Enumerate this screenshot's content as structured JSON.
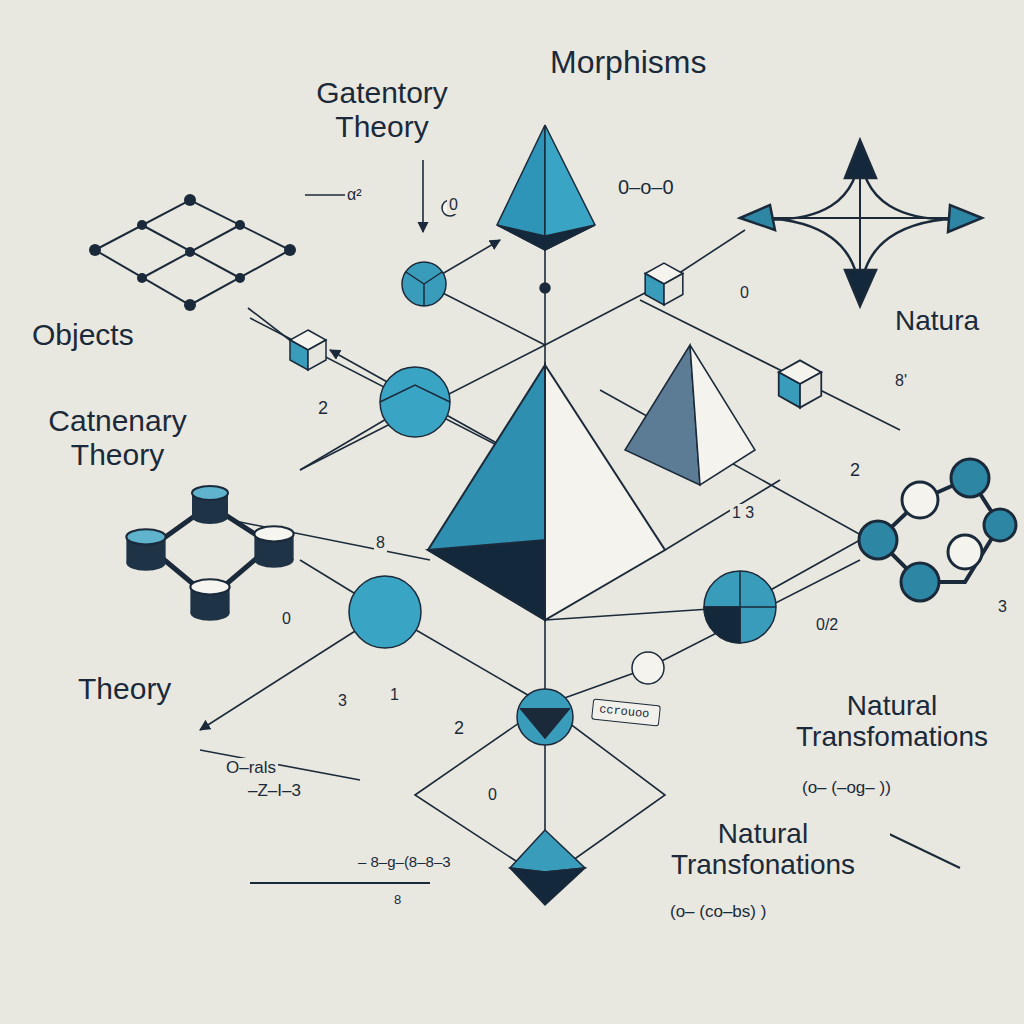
{
  "diagram": {
    "nodes": [
      {
        "text": [
          "ccrouoo"
        ]
      }
    ],
    "labels": [
      "Morphisms",
      "Gatentory Theory",
      "Objects",
      "Catnenary Theory",
      "Theory",
      "Natura",
      "Natural Transfomations",
      "(o– (–og– ))",
      "Natural Transfonations",
      "(o– (co–bs) )",
      "α²",
      "0",
      "0",
      "0",
      "2",
      "2",
      "2",
      "3",
      "8",
      "1",
      "3",
      "0",
      "1 3",
      "8'",
      "0/2",
      "0–o–0",
      "O–rals",
      "–Z–I–3",
      "– 8–g–(8–8–3",
      "8"
    ]
  }
}
